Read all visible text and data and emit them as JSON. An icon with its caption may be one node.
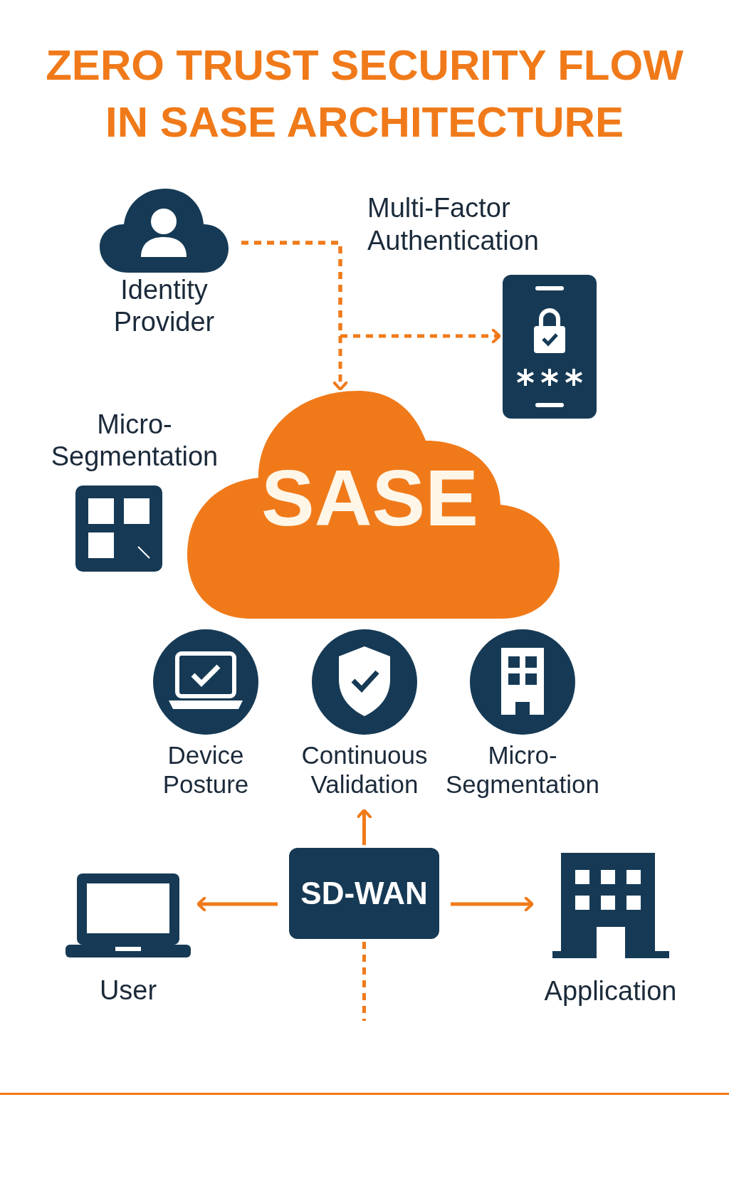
{
  "diagram": {
    "title": "ZERO TRUST SECURITY FLOW IN SASE ARCHITECTURE",
    "nodes": [
      {
        "text": [
          "Identity Provider"
        ]
      },
      {
        "text": [
          "Multi-Factor Authentication"
        ]
      },
      {
        "text": [
          "Micro-Segmentation"
        ]
      },
      {
        "text": [
          "SASE"
        ]
      },
      {
        "text": [
          "Device Posture"
        ]
      },
      {
        "text": [
          "Continuous Validation"
        ]
      },
      {
        "text": [
          "Micro-Segmentation"
        ]
      },
      {
        "text": [
          "SD-WAN"
        ]
      },
      {
        "text": [
          "User"
        ]
      },
      {
        "text": [
          "Application"
        ]
      }
    ],
    "edges": [
      {
        "from": 0,
        "to": 3,
        "arrow": "to",
        "style": "dashed"
      },
      {
        "from": 0,
        "to": 1,
        "arrow": "to",
        "style": "dashed"
      },
      {
        "from": 7,
        "to": 5,
        "arrow": "to"
      },
      {
        "from": 7,
        "to": 8,
        "arrow": "to"
      },
      {
        "from": 7,
        "to": 9,
        "arrow": "to"
      },
      {
        "from": 7,
        "to": null,
        "arrow": "none",
        "style": "dashed"
      }
    ]
  }
}
